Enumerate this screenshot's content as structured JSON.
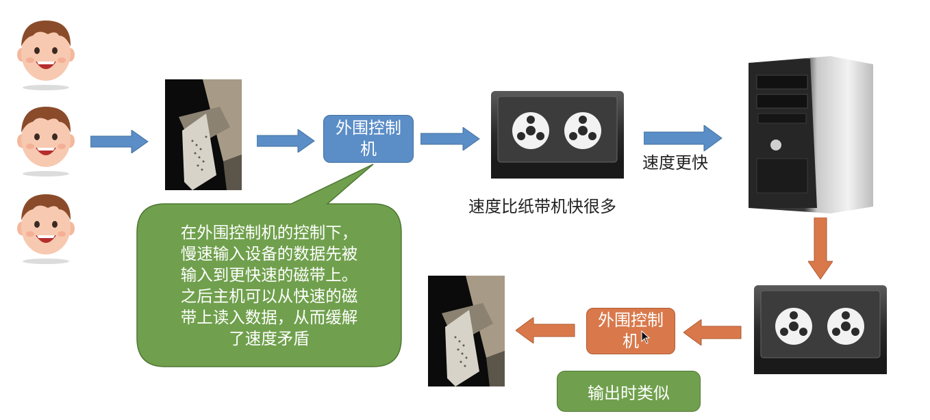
{
  "users": [
    {
      "icon": "smiling-person-icon"
    },
    {
      "icon": "smiling-person-icon"
    },
    {
      "icon": "smiling-person-icon"
    }
  ],
  "input_flow": {
    "controller_label": "外围控制机",
    "tape_caption": "速度比纸带机快很多",
    "faster_caption": "速度更快"
  },
  "callout": {
    "lines": [
      "在外围控制机的控制下，",
      "慢速输入设备的数据先被",
      "输入到更快速的磁带上。",
      "之后主机可以从快速的磁",
      "带上读入数据，从而缓解",
      "了速度矛盾"
    ]
  },
  "output_flow": {
    "controller_label": "外围控制机",
    "note": "输出时类似"
  },
  "colors": {
    "blue_arrow": "#5b8dc7",
    "orange_arrow": "#d9794b",
    "callout_green": "#70a04d"
  }
}
